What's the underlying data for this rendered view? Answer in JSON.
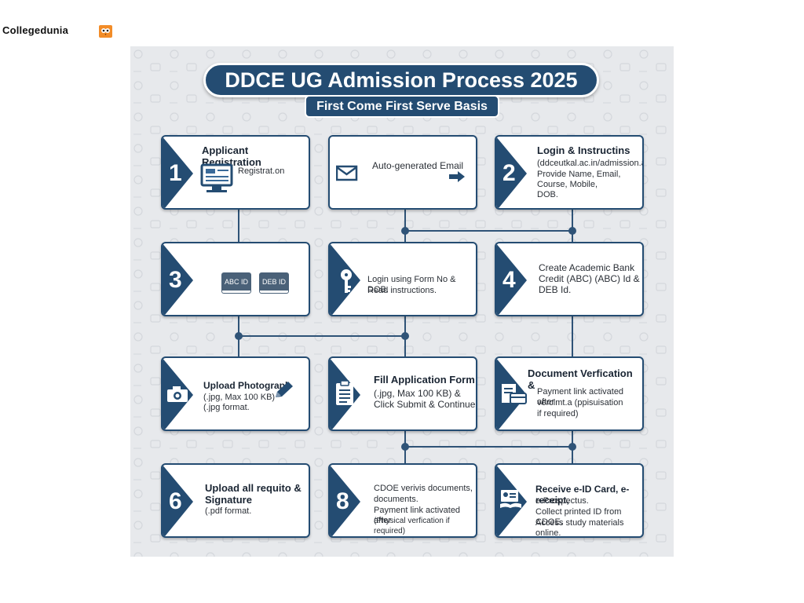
{
  "brand": {
    "name": "Collegedunia",
    "logo_icon": "owl-logo-icon"
  },
  "header": {
    "title": "DDCE UG Admission Process 2025",
    "subtitle": "First Come First Serve Basis"
  },
  "colors": {
    "primary": "#244c72",
    "accent": "#3a6a99",
    "background": "#e7e9ec"
  },
  "cards": [
    {
      "id": "registration",
      "number": "1",
      "title": "Applicant Registration",
      "desc": [
        "Registrat.on"
      ],
      "icon": "computer-monitor-icon"
    },
    {
      "id": "auto-email",
      "number": "",
      "title": "Auto-generated Email",
      "desc": [],
      "icon": "envelope-icon"
    },
    {
      "id": "login-instructions",
      "number": "2",
      "title": "Login & Instructins",
      "desc": [
        "(ddceutkal.ac.in/admission.asp)",
        "Provide Name, Email,",
        "Course, Mobile,",
        "DOB."
      ],
      "icon": ""
    },
    {
      "id": "abc-deb",
      "number": "3",
      "title": "",
      "desc": [],
      "tags": [
        "ABC ID",
        "DEB ID"
      ],
      "icon": "id-card-icon"
    },
    {
      "id": "login-form",
      "number": "",
      "title": "",
      "desc": [
        "Login using Form No & DOB.",
        "Read instructions."
      ],
      "icon": "key-icon"
    },
    {
      "id": "create-abc",
      "number": "4",
      "title": "",
      "desc": [
        "Create Academic Bank",
        "Credit (ABC) (ABC) Id &",
        "DEB Id."
      ],
      "icon": ""
    },
    {
      "id": "upload-photo",
      "number": "",
      "title": "Upload Photograph",
      "desc": [
        "(.jpg, Max 100 KB)",
        "(.jpg format."
      ],
      "icon": "camera-icon"
    },
    {
      "id": "fill-form",
      "number": "",
      "title": "Fill Application Form",
      "desc": [
        "(.jpg, Max 100 KB) &",
        "Click Submit & Continue"
      ],
      "icon": "clipboard-icon"
    },
    {
      "id": "doc-verification",
      "number": "",
      "title": "Document Verfication &",
      "desc": [
        "Payment link activated after",
        "verclmt.a (ppisuisation",
        "if required)"
      ],
      "icon": "document-card-icon"
    },
    {
      "id": "upload-sign",
      "number": "6",
      "title": "Upload all requito &",
      "title2": "Signature",
      "desc": [
        "(.pdf format."
      ],
      "icon": ""
    },
    {
      "id": "cdoe-verify",
      "number": "8",
      "title": "",
      "desc": [
        "CDOE verivis documents,",
        "documents.",
        "Payment link activated after",
        "(Physical verfication if required)"
      ],
      "icon": ""
    },
    {
      "id": "receive-id",
      "number": "",
      "title": "Receive e-ID Card, e-receipt,",
      "desc": [
        "e-Prospectus.",
        "Collect printed ID from CDOE.",
        "Access study materials online."
      ],
      "icon": "id-book-icon"
    }
  ]
}
